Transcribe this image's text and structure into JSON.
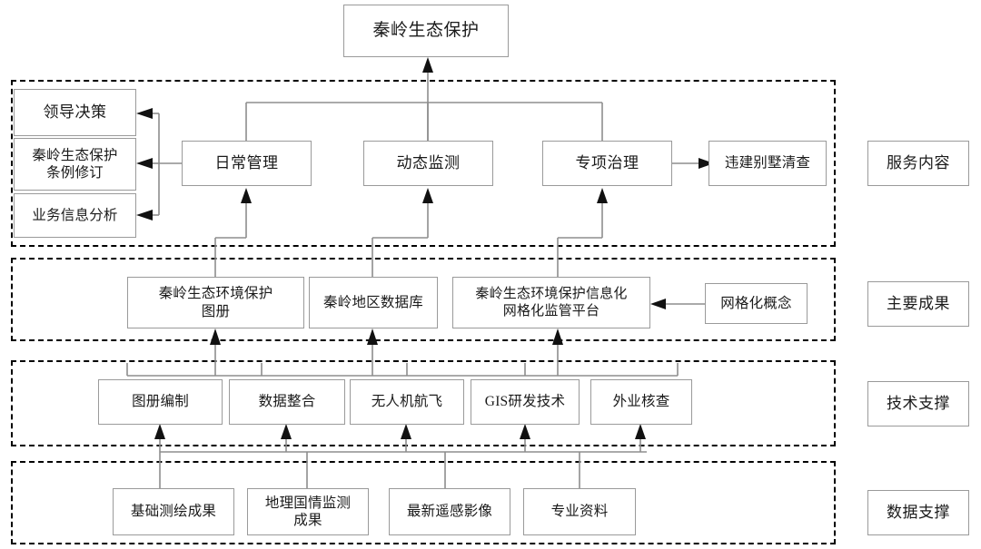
{
  "diagram": {
    "title": "秦岭生态保护",
    "root": {
      "label": "秦岭生态保护"
    },
    "lanes": [
      {
        "id": "service",
        "label": "服务内容"
      },
      {
        "id": "results",
        "label": "主要成果"
      },
      {
        "id": "tech",
        "label": "技术支撑"
      },
      {
        "id": "data",
        "label": "数据支撑"
      }
    ],
    "service_outputs": [
      {
        "label": "领导决策"
      },
      {
        "label": "秦岭生态保护\n条例修订"
      },
      {
        "label": "业务信息分析"
      }
    ],
    "service_items": [
      {
        "label": "日常管理"
      },
      {
        "label": "动态监测"
      },
      {
        "label": "专项治理"
      }
    ],
    "service_extra": {
      "label": "违建别墅清查"
    },
    "results_items": [
      {
        "label": "秦岭生态环境保护\n图册"
      },
      {
        "label": "秦岭地区数据库"
      },
      {
        "label": "秦岭生态环境保护信息化\n网格化监管平台"
      }
    ],
    "results_extra": {
      "label": "网格化概念"
    },
    "tech_items": [
      {
        "label": "图册编制"
      },
      {
        "label": "数据整合"
      },
      {
        "label": "无人机航飞"
      },
      {
        "label": "GIS研发技术"
      },
      {
        "label": "外业核查"
      }
    ],
    "data_items": [
      {
        "label": "基础测绘成果"
      },
      {
        "label": "地理国情监测\n成果"
      },
      {
        "label": "最新遥感影像"
      },
      {
        "label": "专业资料"
      }
    ],
    "colors": {
      "box_border": "#9a9a9a",
      "band_border": "#000000",
      "connector": "#8d8d8d",
      "arrowhead": "#111111",
      "text": "#1a1a1a",
      "background": "#ffffff"
    }
  }
}
